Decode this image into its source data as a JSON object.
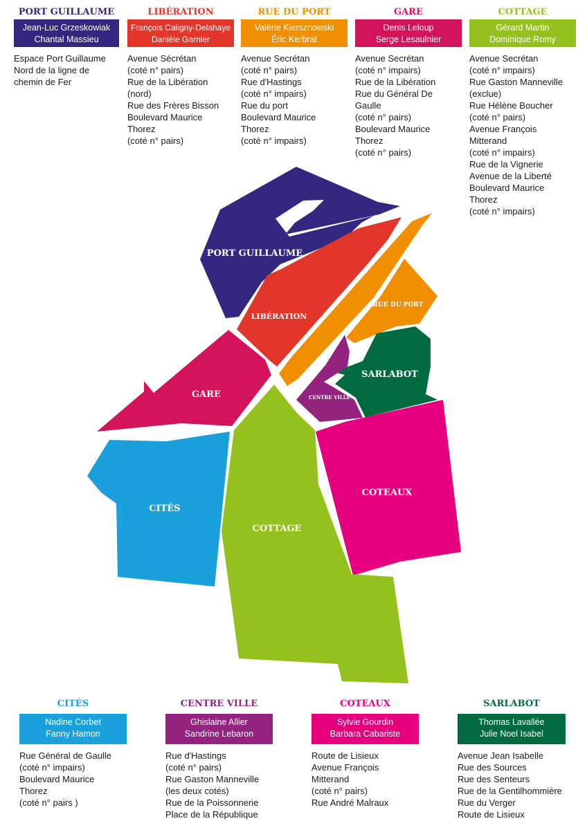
{
  "colors": {
    "port_guillaume": "#33287f",
    "liberation": "#e3362b",
    "rue_du_port": "#f08f00",
    "gare": "#d4145a",
    "cottage": "#95c11f",
    "cites": "#1aa1dc",
    "centre_ville": "#93237f",
    "coteaux": "#e6007e",
    "sarlabot": "#006b3f"
  },
  "top_districts": [
    {
      "title": "PORT GUILLAUME",
      "color": "#33287f",
      "names": [
        "Jean-Luc Grzeskowiak",
        "Chantal Massieu"
      ],
      "streets": [
        "Espace Port Guillaume",
        "Nord de la ligne de",
        "chemin de Fer"
      ]
    },
    {
      "title": "LIBÉRATION",
      "color": "#e3362b",
      "names": [
        "François Caligny-Delahaye",
        "Danièle Garnier"
      ],
      "streets": [
        "Avenue Sécrétan",
        "(coté n° pairs)",
        "Rue de la Libération",
        "(nord)",
        "Rue des Frères Bisson",
        "Boulevard Maurice",
        "Thorez",
        "(coté n° pairs)"
      ]
    },
    {
      "title": "RUE DU PORT",
      "color": "#f08f00",
      "names": [
        "Valérie Kiersznowski",
        "Éric Kerbrat"
      ],
      "streets": [
        "Avenue Secrétan",
        "(coté n° pairs)",
        "Rue d'Hastings",
        "(coté n° impairs)",
        "Rue du port",
        "Boulevard Maurice",
        "Thorez",
        "(coté n° impairs)"
      ]
    },
    {
      "title": "GARE",
      "color": "#d4145a",
      "names": [
        "Denis Leloup",
        "Serge Lesaulnier"
      ],
      "streets": [
        "Avenue Secrétan",
        "(coté n° impairs)",
        "Rue de la Libération",
        "Rue du Général De",
        "Gaulle",
        "(coté n° pairs)",
        "Boulevard Maurice",
        "Thorez",
        "(coté n° pairs)"
      ]
    },
    {
      "title": "COTTAGE",
      "color": "#95c11f",
      "names": [
        "Gérard Martin",
        "Dominique Romy"
      ],
      "streets": [
        "Avenue Secrétan",
        "(coté n° impairs)",
        "Rue Gaston Manneville",
        "(exclue)",
        "Rue Hélène Boucher",
        "(coté n° pairs)",
        "Avenue François",
        "Mitterand",
        "(coté n° impairs)",
        "Rue de la Vignerie",
        "Avenue de la Liberté",
        "Boulevard Maurice",
        "Thorez",
        "(coté n° impairs)"
      ]
    }
  ],
  "bottom_districts": [
    {
      "title": "CITÉS",
      "color": "#1aa1dc",
      "names": [
        "Nadine Corbet",
        "Fanny Hamon"
      ],
      "streets": [
        "Rue Général de Gaulle",
        "(coté n° impairs)",
        "Boulevard Maurice",
        "Thorez",
        "(coté n° pairs )"
      ]
    },
    {
      "title": "CENTRE VILLE",
      "color": "#93237f",
      "names": [
        "Ghislaine Allier",
        "Sandrine Lebaron"
      ],
      "streets": [
        "Rue d'Hastings",
        "(coté n° pairs)",
        "Rue Gaston Manneville",
        "(les deux cotés)",
        "Rue de la Poissonnerie",
        "Place de la République"
      ]
    },
    {
      "title": "COTEAUX",
      "color": "#e6007e",
      "names": [
        "Sylvie Gourdin",
        "Barbara Cabariste"
      ],
      "streets": [
        "Route de Lisieux",
        "Avenue François",
        "Mitterand",
        "(coté n° pairs)",
        "Rue André Malraux"
      ]
    },
    {
      "title": "SARLABOT",
      "color": "#006b3f",
      "names": [
        "Thomas Lavallée",
        "Julie Noel Isabel"
      ],
      "streets": [
        "Avenue Jean Isabelle",
        "Rue des Sources",
        "Rue des Senteurs",
        "Rue de la Gentilhommière",
        "Rue du Verger",
        "Route de Lisieux"
      ]
    }
  ],
  "map_labels": {
    "port_guillaume": "PORT GUILLAUME",
    "liberation": "LIBÉRATION",
    "rue_du_port": "RUE DU PORT",
    "gare": "GARE",
    "sarlabot": "SARLABOT",
    "centre_ville": "CENTRE VILLE",
    "cites": "CITÉS",
    "cottage": "COTTAGE",
    "coteaux": "COTEAUX"
  }
}
